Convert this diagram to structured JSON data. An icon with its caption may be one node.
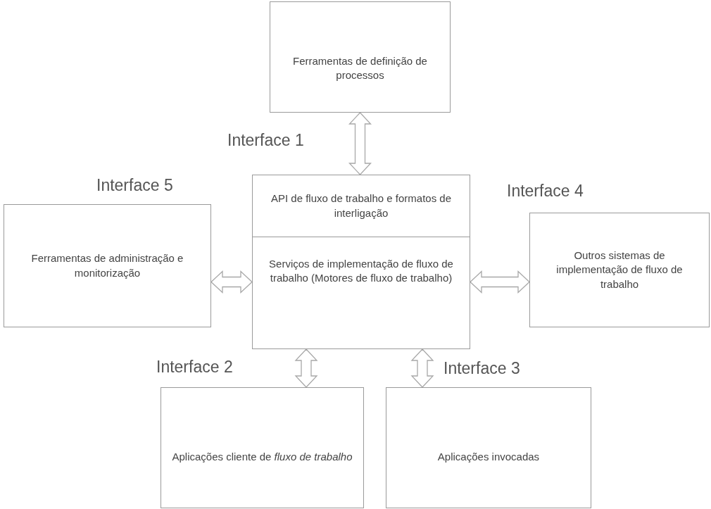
{
  "diagram": {
    "nodes": [
      {
        "text": [
          "Ferramentas de definição de processos"
        ]
      },
      {
        "text": [
          "API de fluxo de trabalho e formatos de interligação"
        ]
      },
      {
        "text": [
          "Ferramentas de administração e monitorização"
        ]
      },
      {
        "text": [
          "Serviços de implementação de fluxo de trabalho (Motores de fluxo de trabalho)"
        ]
      },
      {
        "text": [
          "Outros sistemas de implementação de fluxo de trabalho"
        ]
      },
      {
        "text": [
          "Aplicações cliente de *fluxo de trabalho*"
        ]
      },
      {
        "text": [
          "Aplicações invocadas"
        ]
      }
    ],
    "edges": [
      {
        "from": 0,
        "to": 1,
        "arrow": "both"
      },
      {
        "from": 2,
        "to": 3,
        "arrow": "both"
      },
      {
        "from": 3,
        "to": 4,
        "arrow": "both"
      },
      {
        "from": 3,
        "to": 5,
        "arrow": "both"
      },
      {
        "from": 3,
        "to": 6,
        "arrow": "both"
      }
    ],
    "labels": [
      "Interface 1",
      "Interface 5",
      "Interface 4",
      "Interface 2",
      "Interface 3"
    ]
  }
}
